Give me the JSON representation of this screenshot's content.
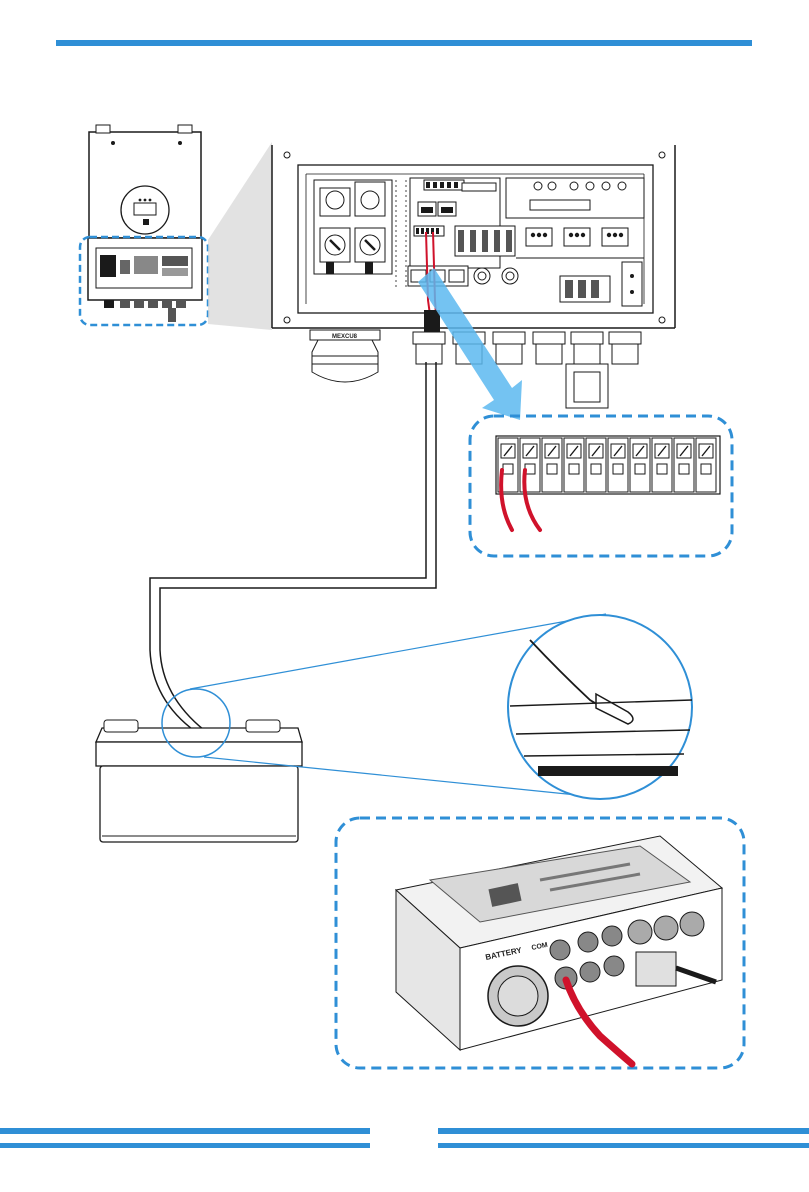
{
  "colors": {
    "accent": "#2f8fd6",
    "cable_red": "#d0122b",
    "line": "#1a1a1a",
    "highlight_blue": "#5cb8f0"
  },
  "labels": {
    "gland_label": "MEXCU8",
    "battery_port": "BATTERY",
    "com_port": "COM"
  },
  "icons": [
    "inverter-icon",
    "battery-icon",
    "temperature-sensor-icon",
    "terminal-block-icon"
  ]
}
